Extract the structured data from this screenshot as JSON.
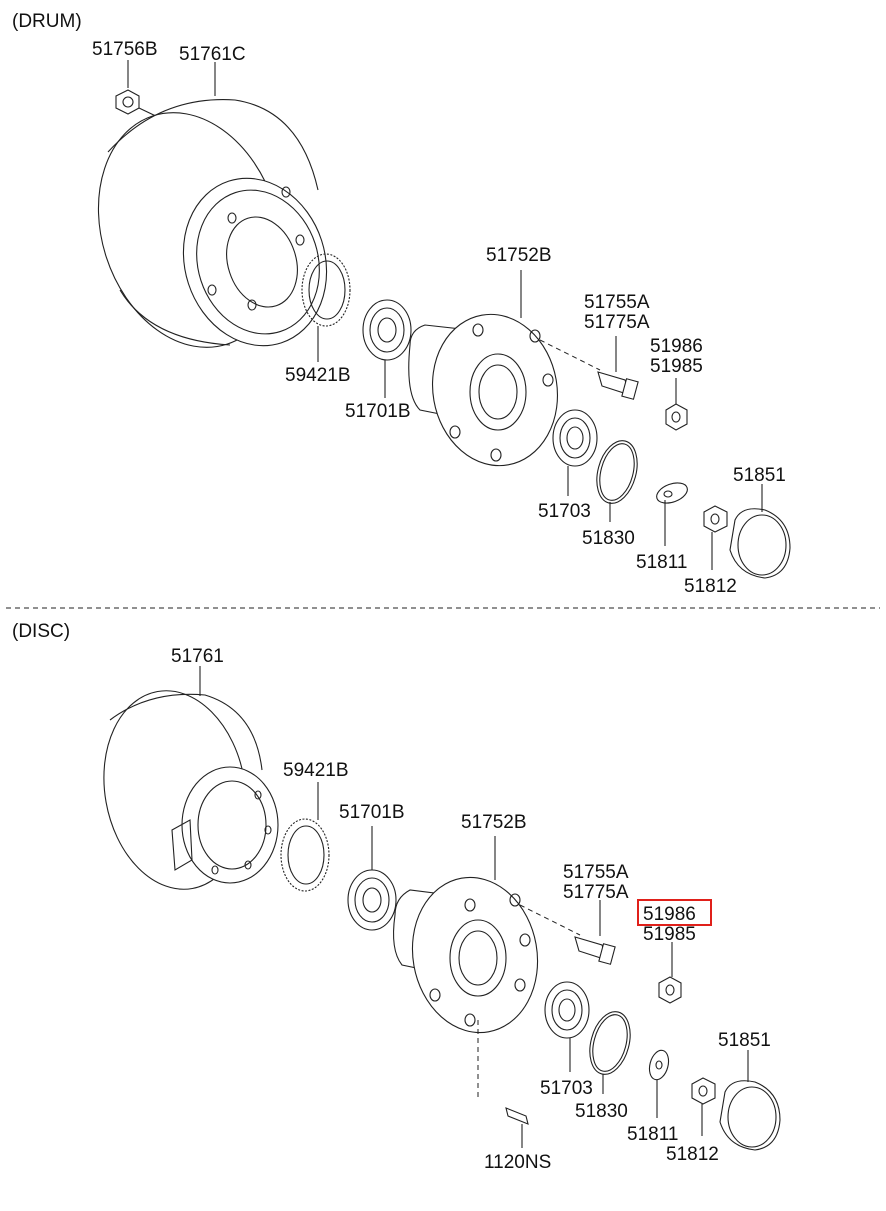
{
  "sections": {
    "drum": {
      "title": "(DRUM)",
      "labels": {
        "nut_top": "51756B",
        "drum": "51761C",
        "tone_ring": "59421B",
        "outer_bearing": "51701B",
        "hub": "51752B",
        "stud_a": "51755A",
        "stud_b": "51775A",
        "nut_a": "51986",
        "nut_b": "51985",
        "inner_bearing": "51703",
        "seal": "51830",
        "washer": "51811",
        "hub_nut": "51812",
        "cap": "51851"
      }
    },
    "disc": {
      "title": "(DISC)",
      "labels": {
        "disc": "51761",
        "tone_ring": "59421B",
        "outer_bearing": "51701B",
        "hub": "51752B",
        "stud_a": "51755A",
        "stud_b": "51775A",
        "nut_a": "51986",
        "nut_b": "51985",
        "inner_bearing": "51703",
        "seal": "51830",
        "washer": "51811",
        "hub_nut": "51812",
        "cap": "51851",
        "bolt": "1120NS"
      }
    }
  },
  "highlight": {
    "part": "51986",
    "color": "#e0201a"
  }
}
